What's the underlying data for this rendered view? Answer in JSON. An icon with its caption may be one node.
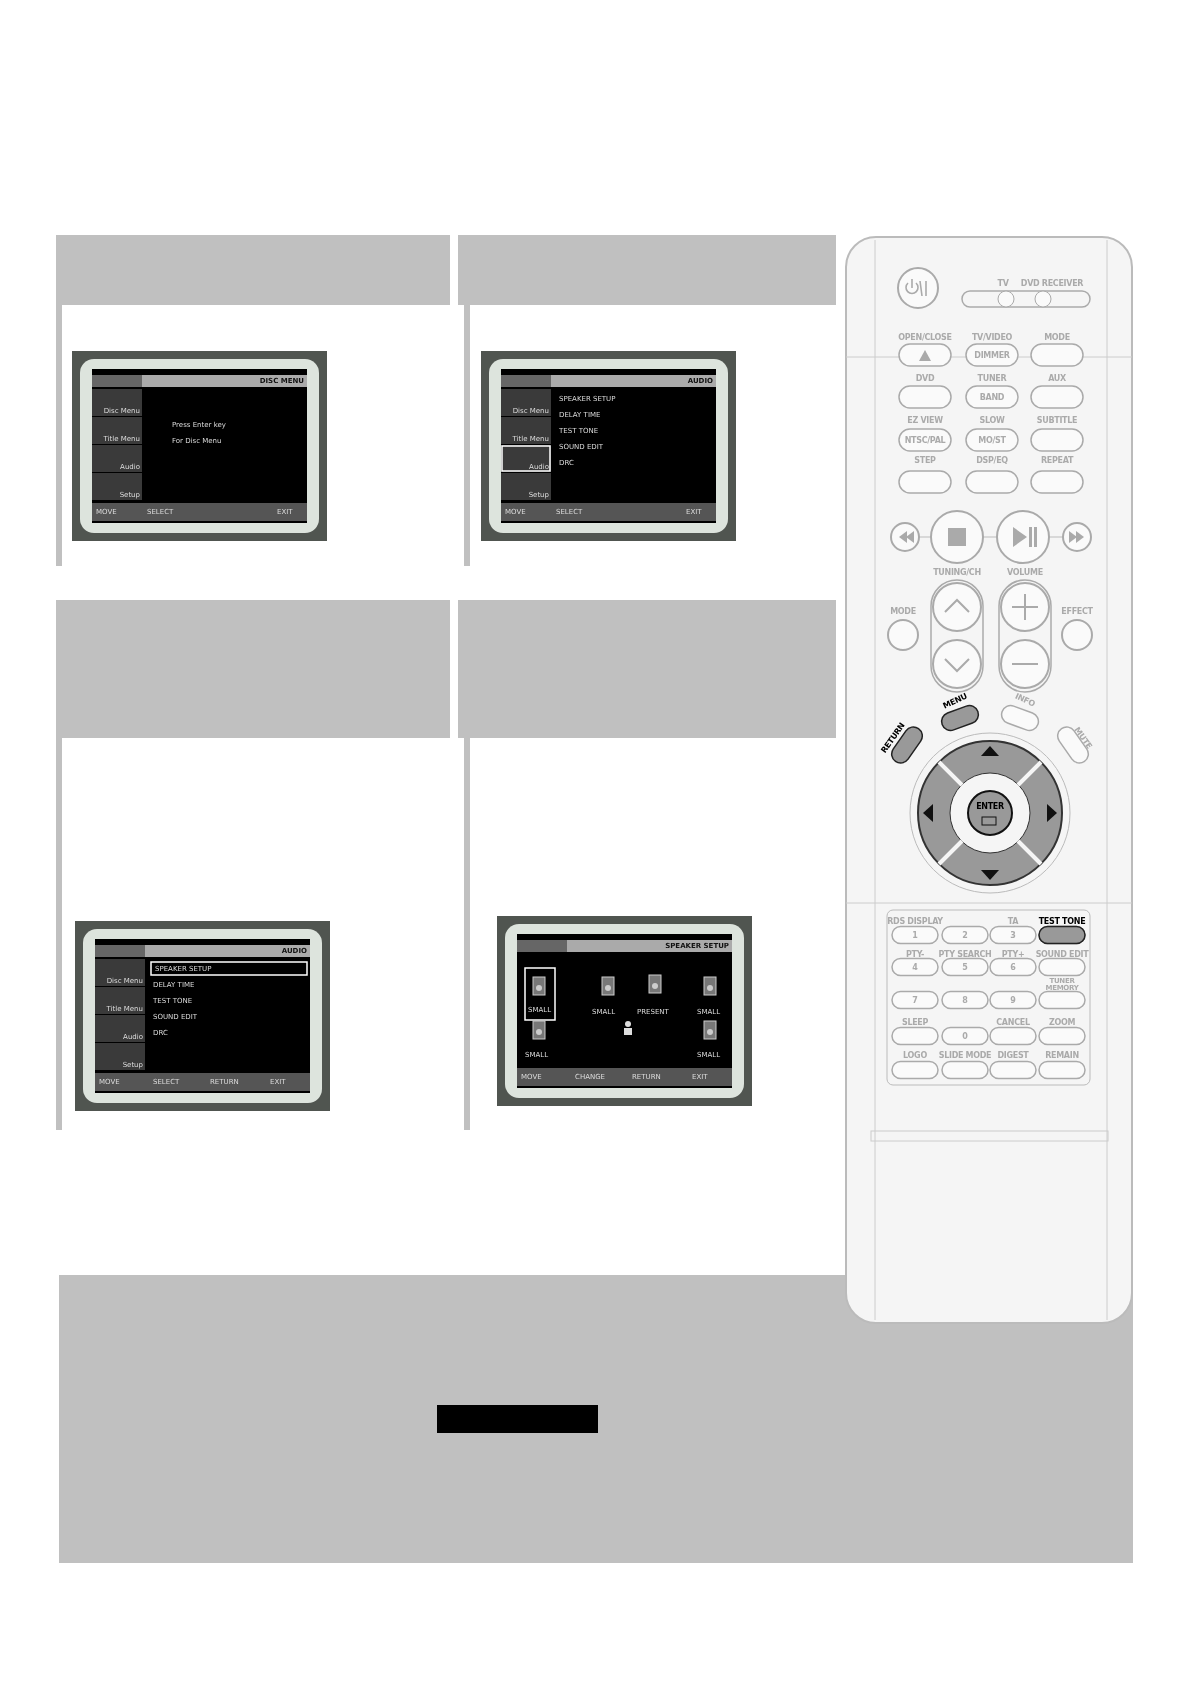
{
  "diagram": {
    "labels": [
      "DISC MENU",
      "Disc Menu",
      "Title Menu",
      "Audio",
      "Setup",
      "Press Enter key",
      "For Disc Menu",
      "MOVE",
      "SELECT",
      "EXIT",
      "AUDIO",
      "Disc Menu",
      "Title Menu",
      "Audio",
      "Setup",
      "SPEAKER SETUP",
      "DELAY TIME",
      "TEST TONE",
      "SOUND EDIT",
      "DRC",
      "MOVE",
      "SELECT",
      "EXIT",
      "AUDIO",
      "Disc Menu",
      "Title Menu",
      "Audio",
      "Setup",
      "SPEAKER SETUP",
      "DELAY TIME",
      "TEST TONE",
      "SOUND EDIT",
      "DRC",
      "MOVE",
      "SELECT",
      "RETURN",
      "EXIT",
      "SPEAKER SETUP",
      "SMALL",
      "SMALL",
      "PRESENT",
      "SMALL",
      "SMALL",
      "SMALL",
      "MOVE",
      "CHANGE",
      "RETURN",
      "EXIT",
      "TV",
      "DVD RECEIVER",
      "OPEN/CLOSE",
      "TV/VIDEO",
      "MODE",
      "DIMMER",
      "DVD",
      "TUNER",
      "AUX",
      "BAND",
      "EZ VIEW",
      "SLOW",
      "SUBTITLE",
      "NTSC/PAL",
      "MO/ST",
      "STEP",
      "DSP/EQ",
      "REPEAT",
      "TUNING/CH",
      "VOLUME",
      "MODE",
      "EFFECT",
      "MENU",
      "INFO",
      "RETURN",
      "MUTE",
      "ENTER",
      "RDS DISPLAY",
      "TA",
      "TEST TONE",
      "1",
      "2",
      "3",
      "PTY-",
      "PTY SEARCH",
      "PTY+",
      "SOUND EDIT",
      "4",
      "5",
      "6",
      "TUNER MEMORY",
      "7",
      "8",
      "9",
      "SLEEP",
      "CANCEL",
      "ZOOM",
      "0",
      "LOGO",
      "SLIDE MODE",
      "DIGEST",
      "REMAIN"
    ]
  }
}
